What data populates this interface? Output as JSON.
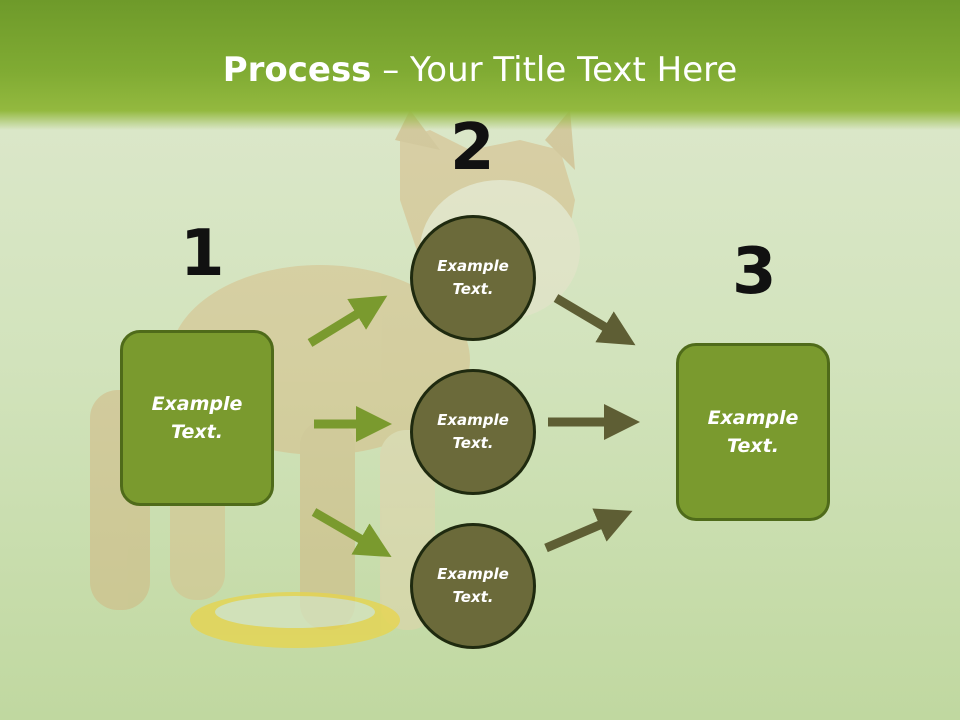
{
  "slide": {
    "title_bold": "Process",
    "title_rest": " – Your Title Text Here"
  },
  "steps": {
    "one": "1",
    "two": "2",
    "three": "3"
  },
  "left_box": {
    "text": "Example\nText."
  },
  "right_box": {
    "text": "Example\nText."
  },
  "circles": [
    {
      "text": "Example\nText."
    },
    {
      "text": "Example\nText."
    },
    {
      "text": "Example\nText."
    }
  ],
  "colors": {
    "title_band": "#80ab33",
    "box_fill": "#7a9a2e",
    "circle_fill": "#6b6a3a",
    "arrow_green": "#7a9a2e",
    "arrow_olive": "#5e5e34"
  }
}
